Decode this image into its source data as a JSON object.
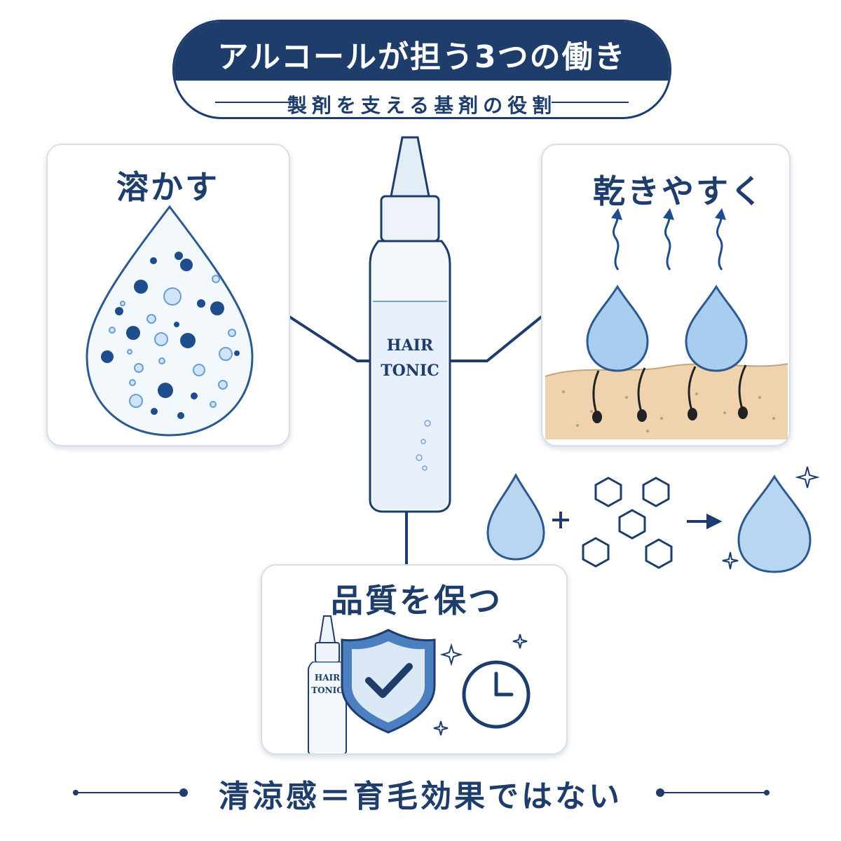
{
  "header": {
    "title": "アルコールが担う3つの働き",
    "subtitle": "製剤を支える基剤の役割"
  },
  "panels": {
    "dissolve": {
      "title": "溶かす"
    },
    "evaporate": {
      "title": "乾きやすく"
    },
    "preserve": {
      "title": "品質を保つ"
    }
  },
  "bottle": {
    "label_line1": "HAIR",
    "label_line2": "TONIC"
  },
  "small_bottle": {
    "label_line1": "HAIR",
    "label_line2": "TONIC"
  },
  "footer": {
    "text": "清涼感＝育毛効果ではない"
  },
  "colors": {
    "navy": "#1e3d6b",
    "water_blue": "#a9cdee",
    "skin": "#efd2ae",
    "panel_border": "#d9dee6"
  }
}
